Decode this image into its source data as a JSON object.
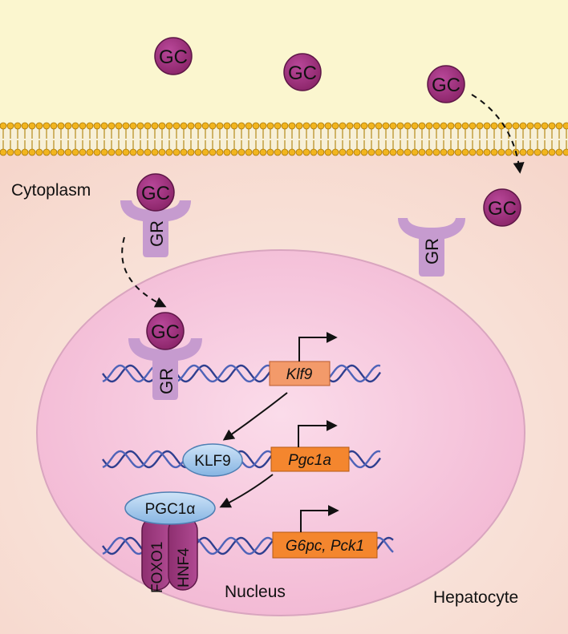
{
  "labels": {
    "cytoplasm": "Cytoplasm",
    "nucleus": "Nucleus",
    "hepatocyte": "Hepatocyte"
  },
  "ligand": "GC",
  "receptor": "GR",
  "genes": {
    "klf9": "Klf9",
    "pgc1a": "Pgc1a",
    "targets": "G6pc, Pck1"
  },
  "proteins": {
    "klf9": "KLF9",
    "pgc1a": "PGC1α",
    "foxo1": "FOXO1",
    "hnf4": "HNF4"
  },
  "colors": {
    "extracellular": "#fbf6cf",
    "cytoplasm": "#f8ddd3",
    "nucleus": "#f6c4dc",
    "gc": "#a0307c",
    "receptor": "#c69bcf",
    "gene_box": "#f4862e",
    "protein_oval": "#9cc6ec",
    "dna": "#3a4d9e"
  }
}
